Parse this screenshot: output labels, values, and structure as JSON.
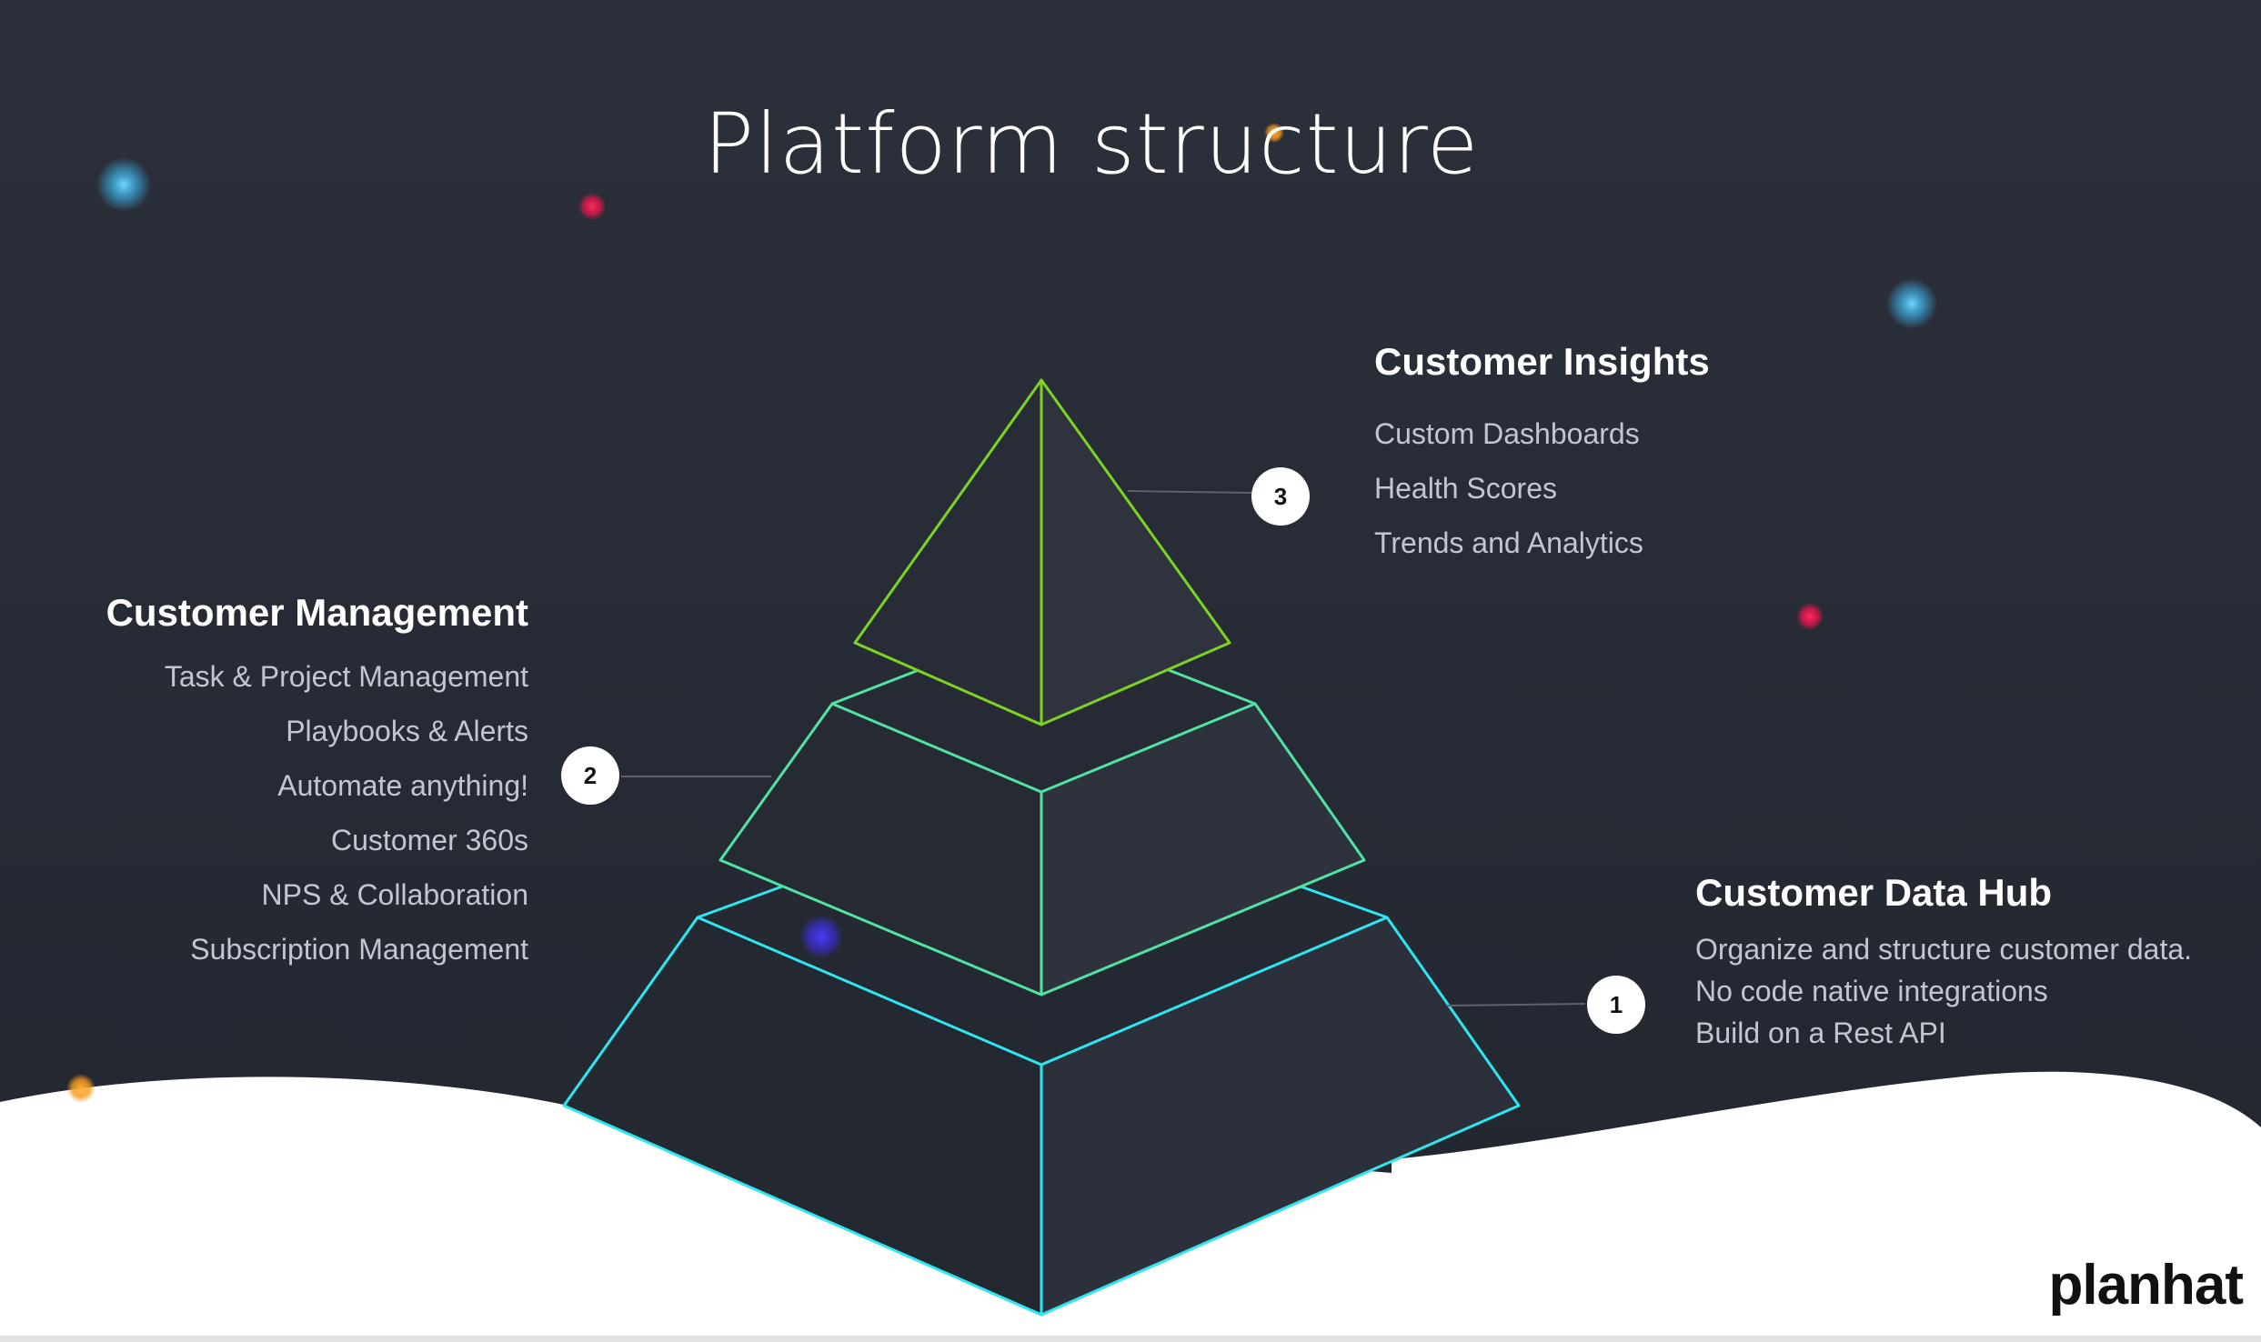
{
  "title": "Platform structure",
  "tiers": [
    {
      "number": "3",
      "heading": "Customer Insights",
      "items": [
        "Custom Dashboards",
        "Health Scores",
        "Trends and Analytics"
      ]
    },
    {
      "number": "2",
      "heading": "Customer Management",
      "items": [
        "Task & Project Management",
        "Playbooks & Alerts",
        "Automate anything!",
        "Customer 360s",
        "NPS & Collaboration",
        "Subscription Management"
      ]
    },
    {
      "number": "1",
      "heading": "Customer Data Hub",
      "items": [
        "Organize and structure customer data.",
        "No code native integrations",
        "Build on a Rest API"
      ]
    }
  ],
  "brand": "planhat",
  "colors": {
    "background": "#262a33",
    "tier_top": "#7ed321",
    "tier_middle": "#50e3a4",
    "tier_bottom": "#2ee6f0"
  }
}
